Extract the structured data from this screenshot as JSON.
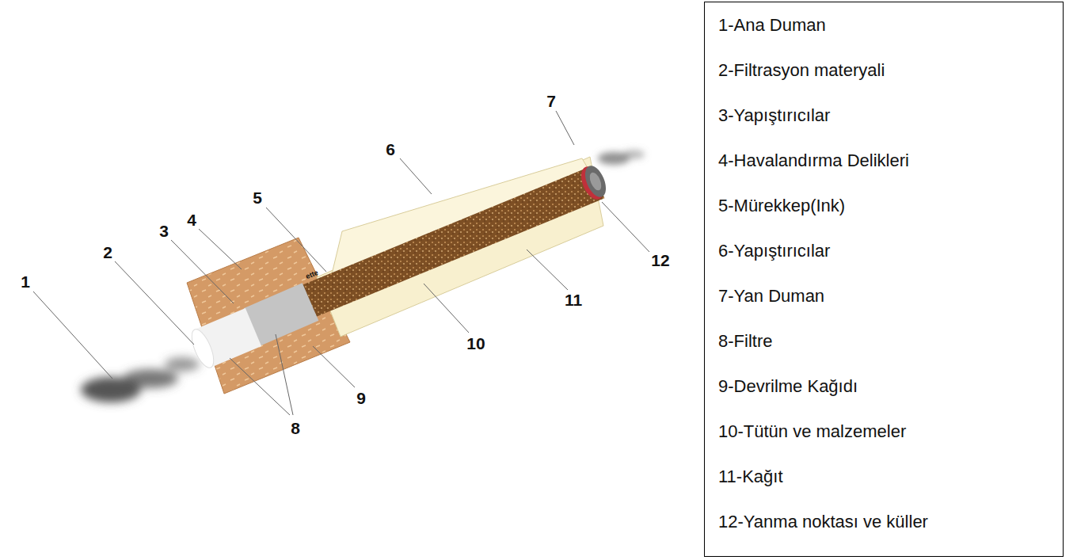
{
  "diagram": {
    "nodes": [
      {
        "text": [
          "1-Ana Duman",
          "2-Filtrasyon materyali",
          "3-Yapıştırıcılar",
          "4-Havalandırma Delikleri",
          "5-Mürekkep(Ink)",
          "6-Yapıştırıcılar",
          "7-Yan Duman",
          "8-Filtre",
          "9-Devrilme Kağıdı",
          "10-Tütün ve malzemeler",
          "11-Kağıt",
          "12-Yanma noktası ve küller"
        ]
      }
    ],
    "labels": [
      "1",
      "2",
      "3",
      "4",
      "5",
      "6",
      "7",
      "8",
      "9",
      "10",
      "11",
      "12",
      "ette"
    ]
  }
}
